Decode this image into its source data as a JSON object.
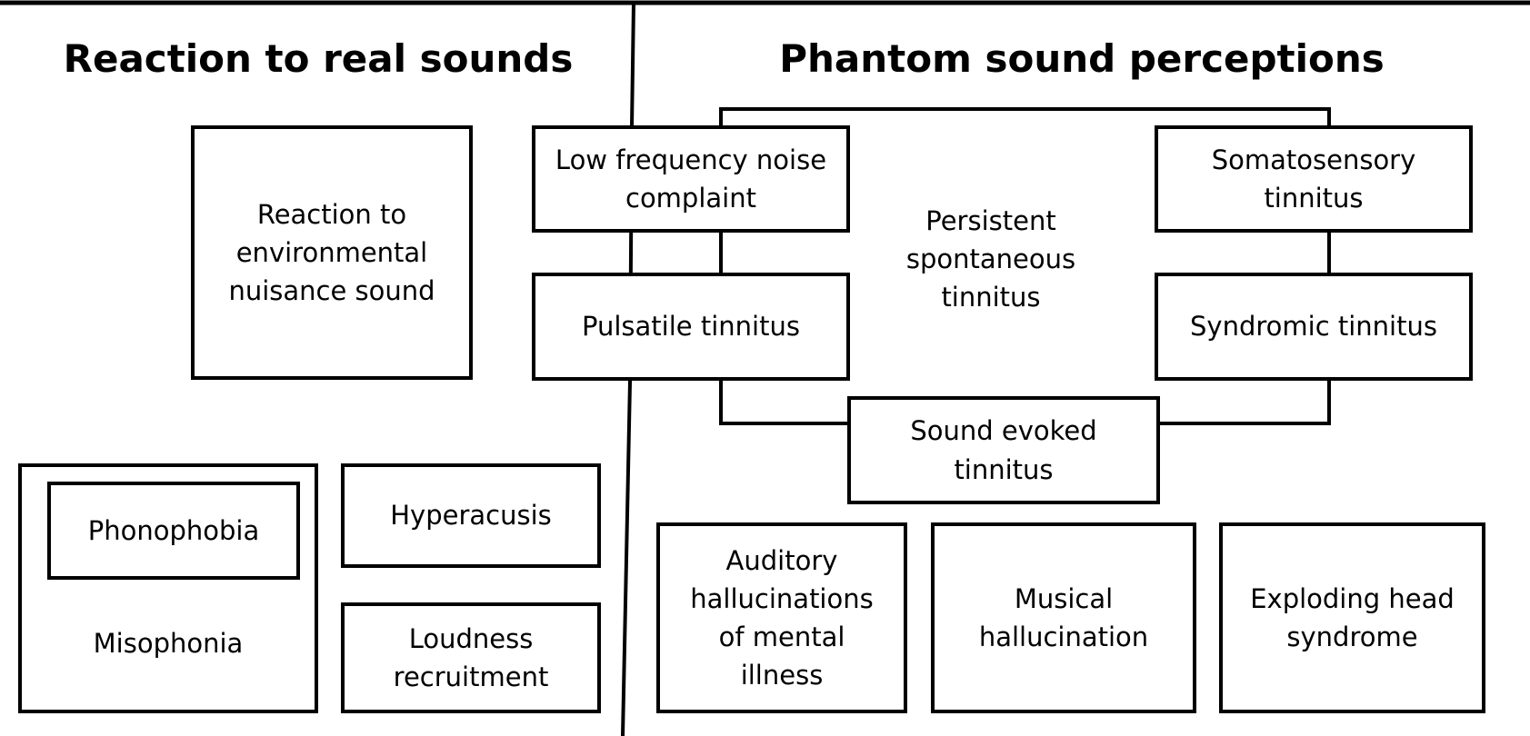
{
  "headings": {
    "left": "Reaction to real sounds",
    "right": "Phantom sound perceptions"
  },
  "left_panel": {
    "environmental": "Reaction to\nenvironmental\nnuisance sound",
    "phonophobia": "Phonophobia",
    "misophonia": "Misophonia",
    "hyperacusis": "Hyperacusis",
    "loudness_recruitment": "Loudness\nrecruitment"
  },
  "right_panel": {
    "low_frequency": "Low frequency noise\ncomplaint",
    "pulsatile": "Pulsatile tinnitus",
    "persistent": "Persistent\nspontaneous\ntinnitus",
    "somatosensory": "Somatosensory\ntinnitus",
    "syndromic": "Syndromic tinnitus",
    "sound_evoked": "Sound evoked\ntinnitus",
    "auditory_hallucinations": "Auditory\nhallucinations\nof mental\nillness",
    "musical_hallucination": "Musical\nhallucination",
    "exploding_head": "Exploding head\nsyndrome"
  }
}
